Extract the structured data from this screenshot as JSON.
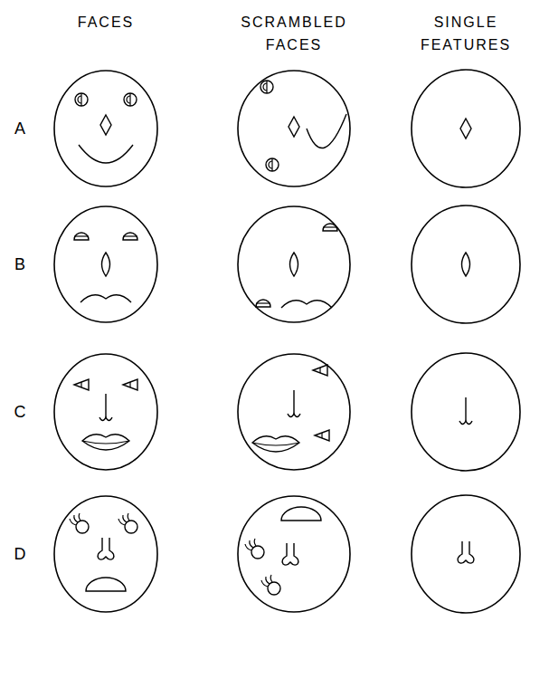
{
  "diagram": {
    "labels": [
      "FACES",
      "SCRAMBLED FACES",
      "SINGLE FEATURES",
      "A",
      "B",
      "C",
      "D"
    ]
  }
}
